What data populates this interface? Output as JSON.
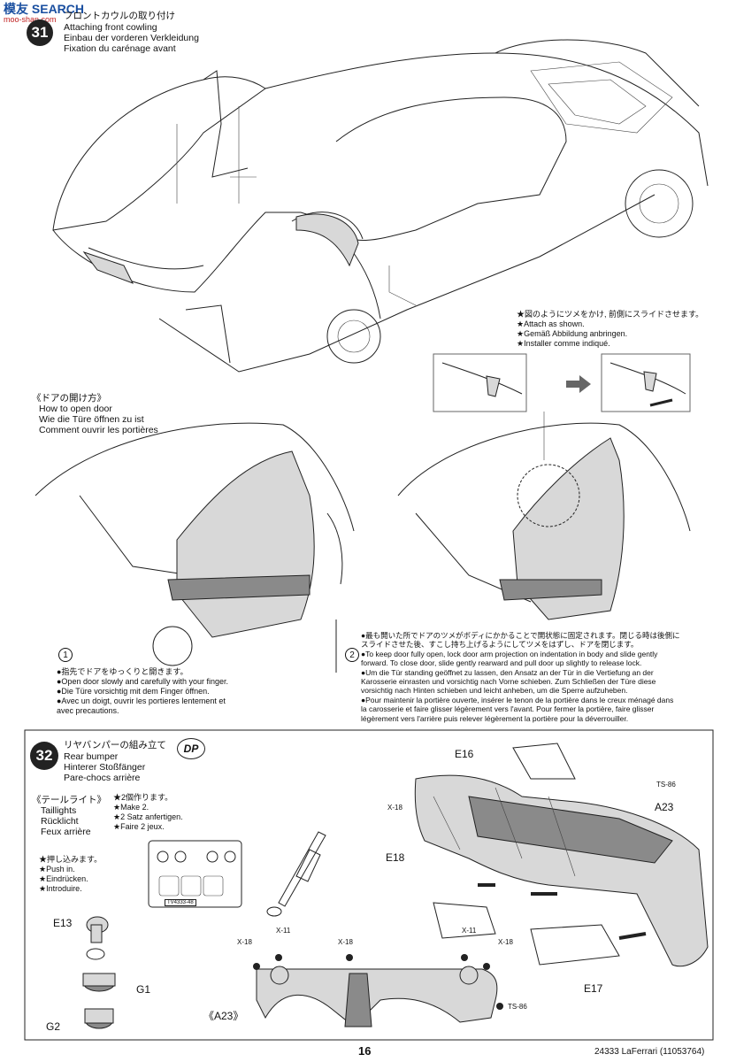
{
  "watermark": {
    "brand": "模友 SEARCH",
    "url": "moo-shan.com"
  },
  "step31": {
    "jp": "フロントカウルの取り付け",
    "en": "Attaching front cowling",
    "de": "Einbau der vorderen Verkleidung",
    "fr": "Fixation du carénage avant"
  },
  "attach_note": {
    "jp": "★図のようにツメをかけ, 前側にスライドさせます。",
    "en": "★Attach as shown.",
    "de": "★Gemäß Abbildung anbringen.",
    "fr": "★Installer comme indiqué."
  },
  "open_door": {
    "jp": "《ドアの開け方》",
    "en": "How to open door",
    "de": "Wie die Türe öffnen zu ist",
    "fr": "Comment ouvrir les portières"
  },
  "note1": {
    "num": "①",
    "jp": "●指先でドアをゆっくりと開きます。",
    "en": "●Open door slowly and carefully with your finger.",
    "de": "●Die Türe vorsichtig mit dem Finger öffnen.",
    "fr1": "●Avec un doigt, ouvrir les portieres lentement et",
    "fr2": "avec precautions."
  },
  "note2": {
    "num": "②",
    "lines": [
      "●最も開いた所でドアのツメがボディにかかることで開状態に固定されます。閉じる時は後側に",
      "スライドさせた後、すこし持ち上げるようにしてツメをはずし、ドアを閉じます。",
      "●To keep door fully open, lock door arm projection on indentation in body and slide gently",
      "forward. To close door, slide gently rearward and pull door up slightly to release lock.",
      "●Um die Tür standing geöffnet zu lassen, den Ansatz an der Tür in die Vertiefung an der",
      "Karosserie einrasten und vorsichtig nach Vorne schieben. Zum Schließen der Türe diese",
      "vorsichtig nach Hinten schieben und leicht anheben, um die Sperre aufzuheben.",
      "●Pour maintenir la portière ouverte, insérer le tenon de la portière dans le creux ménagé dans",
      "la carosserie et faire glisser légèrement vers l'avant. Pour fermer la portière, faire glisser",
      "légèrement vers l'arrière puis relever légèrement la portière pour la déverrouiller."
    ]
  },
  "step32": {
    "num": "32",
    "jp": "リヤバンパーの組み立て",
    "en": "Rear bumper",
    "de": "Hinterer Stoßfänger",
    "fr": "Pare-chocs arrière",
    "dp": "DP"
  },
  "taillights": {
    "jp": "《テールライト》",
    "en": "Taillights",
    "de": "Rücklicht",
    "fr": "Feux arrière",
    "make_jp": "★2個作ります。",
    "make_en": "★Make 2.",
    "make_de": "★2 Satz anfertigen.",
    "make_fr": "★Faire 2 jeux."
  },
  "push": {
    "jp": "★押し込みます。",
    "en": "★Push in.",
    "de": "★Eindrücken.",
    "fr": "★Introduire."
  },
  "parts": {
    "e16": "E16",
    "e18": "E18",
    "e17": "E17",
    "a23": "A23",
    "a23_label": "《A23》",
    "e13": "E13",
    "g1": "G1",
    "g2": "G2",
    "ts86": "TS-86",
    "x18": "X-18",
    "x11": "X-11"
  },
  "decal_code": "TV4333-48",
  "footer": {
    "page": "16",
    "model": "24333  LaFerrari (11053764)"
  }
}
